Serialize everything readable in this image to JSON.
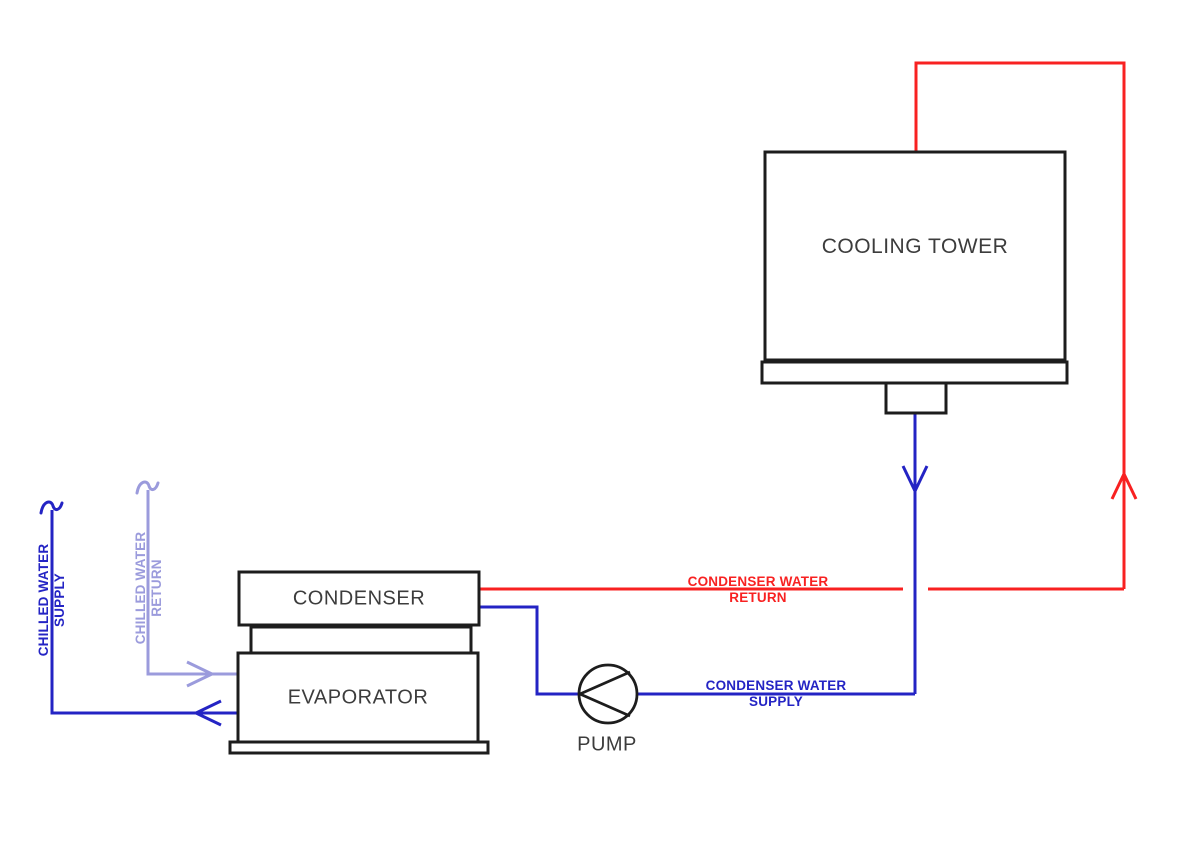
{
  "diagram": {
    "type": "hvac-chiller-cooling-tower-loop-schematic",
    "components": {
      "cooling_tower": {
        "label": "COOLING TOWER"
      },
      "condenser": {
        "label": "CONDENSER"
      },
      "evaporator": {
        "label": "EVAPORATOR"
      },
      "pump": {
        "label": "PUMP"
      }
    },
    "pipe_labels": {
      "condenser_water_return": {
        "line1": "CONDENSER WATER",
        "line2": "RETURN"
      },
      "condenser_water_supply": {
        "line1": "CONDENSER WATER",
        "line2": "SUPPLY"
      },
      "chilled_water_supply": {
        "line1": "CHILLED WATER",
        "line2": "SUPPLY"
      },
      "chilled_water_return": {
        "line1": "CHILLED WATER",
        "line2": "RETURN"
      }
    },
    "colors": {
      "condenser_water_return": "#f82121",
      "condenser_water_supply": "#2424c4",
      "chilled_water_supply": "#2424c4",
      "chilled_water_return": "#9b9bdc",
      "equipment_outline": "#1d1d1d",
      "equipment_text": "#3c3c3c"
    }
  }
}
